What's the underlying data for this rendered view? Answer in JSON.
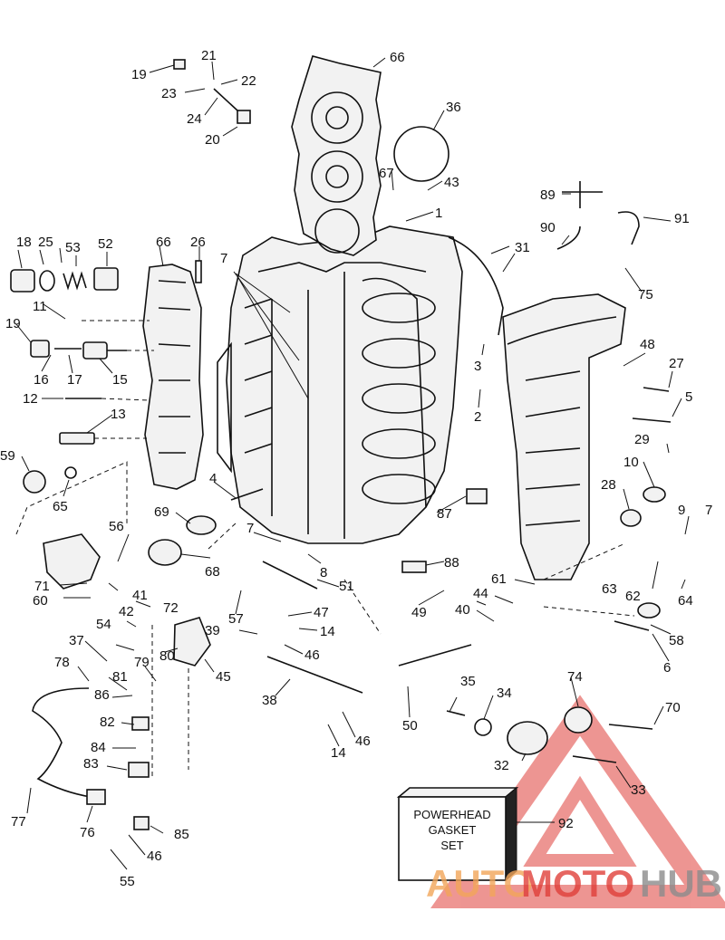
{
  "diagram": {
    "part_numbers": [
      "1",
      "2",
      "3",
      "4",
      "5",
      "6",
      "7",
      "8",
      "9",
      "10",
      "11",
      "12",
      "13",
      "14",
      "15",
      "16",
      "17",
      "18",
      "19",
      "20",
      "21",
      "22",
      "23",
      "24",
      "25",
      "26",
      "27",
      "28",
      "29",
      "31",
      "32",
      "33",
      "34",
      "35",
      "36",
      "37",
      "38",
      "39",
      "40",
      "41",
      "42",
      "43",
      "44",
      "45",
      "46",
      "47",
      "48",
      "49",
      "50",
      "51",
      "52",
      "53",
      "54",
      "55",
      "56",
      "57",
      "58",
      "59",
      "60",
      "61",
      "62",
      "63",
      "64",
      "65",
      "66",
      "67",
      "68",
      "69",
      "70",
      "71",
      "72",
      "74",
      "75",
      "76",
      "77",
      "78",
      "79",
      "80",
      "81",
      "82",
      "83",
      "84",
      "85",
      "86",
      "87",
      "88",
      "89",
      "90",
      "91",
      "92"
    ],
    "kit_box": {
      "lines": [
        "POWERHEAD",
        "GASKET",
        "SET"
      ],
      "number": "92"
    },
    "watermark": {
      "part1": "AUTO",
      "part2": "MOTO",
      "part3": "HUB",
      "color_red": "#e0403a",
      "color_orange": "#f2a65a",
      "color_gray": "#8c8c8c"
    }
  }
}
